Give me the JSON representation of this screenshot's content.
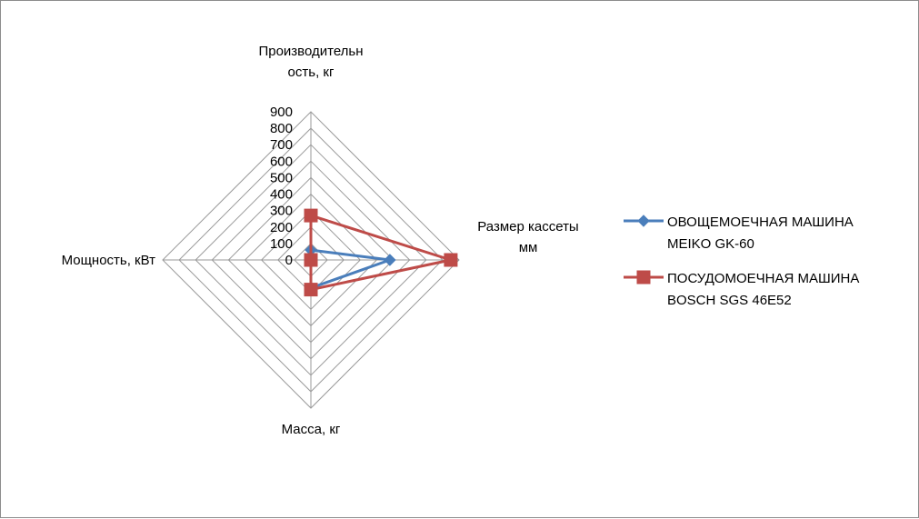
{
  "chart_data": {
    "type": "radar",
    "axes": [
      "Производительность, кг",
      "Размер кассеты мм",
      "Масса, кг",
      "Мощность, кВт"
    ],
    "axis_label_lines": [
      [
        "Производительн",
        "ость, кг"
      ],
      [
        "Размер кассеты",
        "мм"
      ],
      [
        "Масса, кг"
      ],
      [
        "Мощность, кВт"
      ]
    ],
    "ticks": [
      "0",
      "100",
      "200",
      "300",
      "400",
      "500",
      "600",
      "700",
      "800",
      "900"
    ],
    "rmax": 900,
    "series": [
      {
        "name_lines": [
          "ОВОЩЕМОЕЧНАЯ МАШИНА",
          "MEIKO GK-60"
        ],
        "values": [
          60,
          480,
          170,
          0
        ],
        "color": "#4a7ebb",
        "marker": "diamond"
      },
      {
        "name_lines": [
          "ПОСУДОМОЕЧНАЯ МАШИНА",
          "BOSCH SGS 46E52"
        ],
        "values": [
          270,
          850,
          180,
          0
        ],
        "color": "#be4b48",
        "marker": "square"
      }
    ],
    "grid_color": "#9a9a9a",
    "legend_position": "right"
  }
}
